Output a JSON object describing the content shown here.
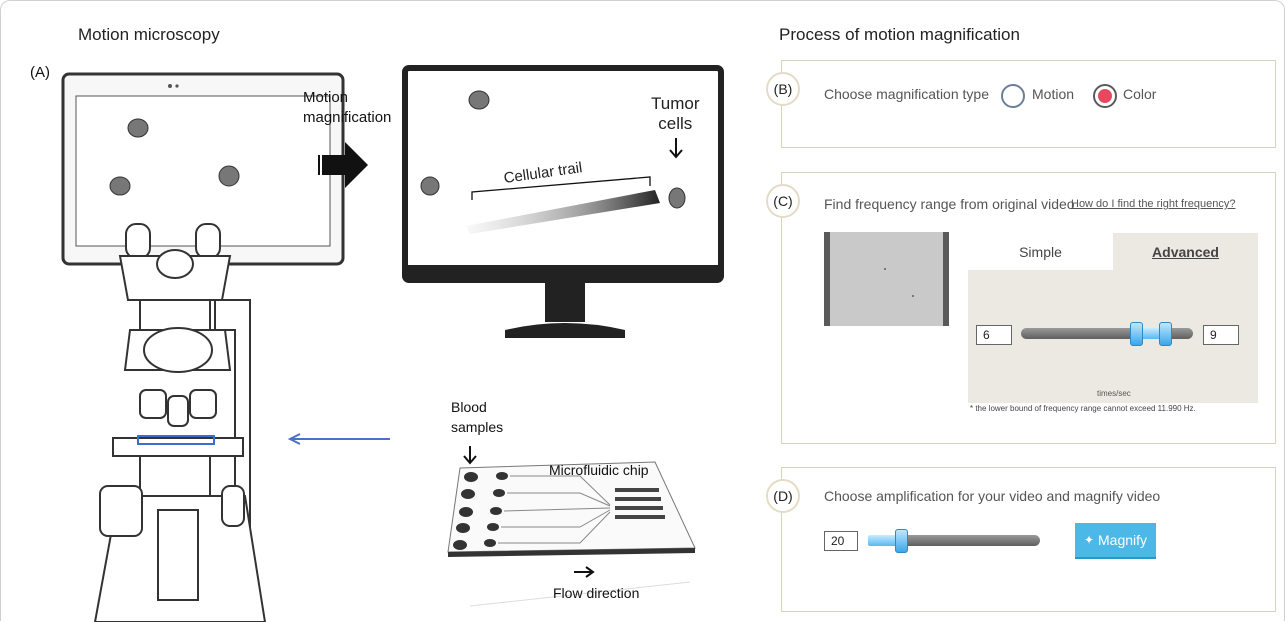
{
  "left": {
    "title": "Motion microscopy",
    "panel_label": "(A)",
    "motion_magnification_label": "Motion\nmagnification",
    "tumor_cells_label": "Tumor\ncells",
    "cellular_trail_label": "Cellular trail",
    "blood_samples_label": "Blood\nsamples",
    "chip_label": "Microfluidic chip",
    "flow_label": "Flow direction"
  },
  "right": {
    "title": "Process of motion magnification",
    "b": {
      "badge": "(B)",
      "text": "Choose magnification type",
      "option_motion": "Motion",
      "option_color": "Color",
      "selected": "Color"
    },
    "c": {
      "badge": "(C)",
      "text": "Find frequency range from original video",
      "help_link": "How do I find the right frequency?",
      "tab_simple": "Simple",
      "tab_advanced": "Advanced",
      "low_value": "6",
      "high_value": "9",
      "unit": "times/sec",
      "note": "* the lower bound of frequency range cannot exceed 11.990 Hz.",
      "slider_low_fraction": 0.67,
      "slider_high_fraction": 0.84
    },
    "d": {
      "badge": "(D)",
      "text": "Choose amplification for your video and magnify video",
      "amp_value": "20",
      "magnify_button": "Magnify",
      "slider_fraction": 0.19
    }
  },
  "colors": {
    "accent_blue": "#4bb8e8",
    "arrow_blue": "#4a72c4",
    "radio_selected": "#e8485e"
  }
}
